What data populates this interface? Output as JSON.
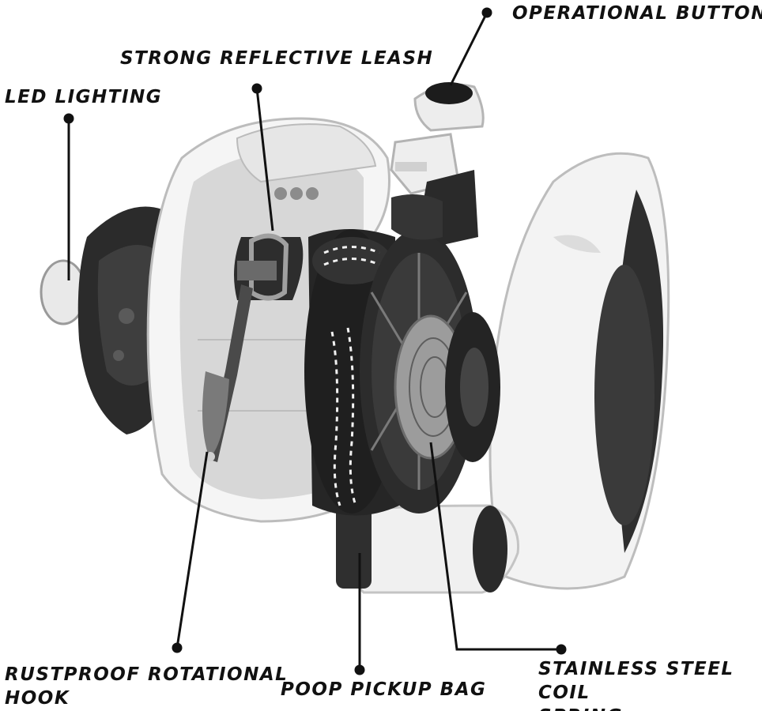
{
  "labels": {
    "operational_button": "OPERATIONAL BUTTON",
    "reflective_leash": "STRONG REFLECTIVE LEASH",
    "led_lighting": "LED LIGHTING",
    "rotational_hook_line1": "RUSTPROOF ROTATIONAL",
    "rotational_hook_line2": "HOOK",
    "poop_bag": "POOP PICKUP BAG",
    "coil_spring_line1": "STAINLESS STEEL COIL",
    "coil_spring_line2": "SPRING"
  },
  "colors": {
    "ink": "#111111",
    "shell_white": "#f4f4f4",
    "shell_dark": "#2b2b2b",
    "inner_grey": "#d9d9d9",
    "metal": "#a8a8a8"
  }
}
